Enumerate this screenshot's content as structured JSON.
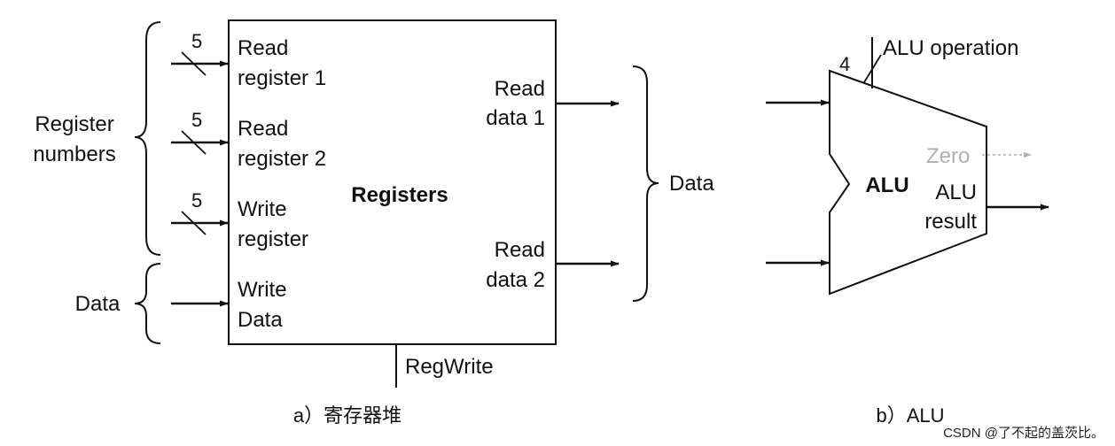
{
  "register_file": {
    "label": "Registers",
    "left_group_label": "Register numbers",
    "left_group_label_lines": [
      "Register",
      "numbers"
    ],
    "data_group_label": "Data",
    "right_group_label": "Data",
    "inputs": [
      {
        "lines": [
          "Read",
          "register 1"
        ],
        "bits": "5"
      },
      {
        "lines": [
          "Read",
          "register 2"
        ],
        "bits": "5"
      },
      {
        "lines": [
          "Write",
          "register"
        ],
        "bits": "5"
      },
      {
        "lines": [
          "Write",
          "Data"
        ],
        "bits": ""
      }
    ],
    "outputs": [
      {
        "lines": [
          "Read",
          "data 1"
        ]
      },
      {
        "lines": [
          "Read",
          "data 2"
        ]
      }
    ],
    "control": "RegWrite",
    "caption": "a）寄存器堆"
  },
  "alu": {
    "label": "ALU",
    "operation_label": "ALU operation",
    "operation_bits": "4",
    "zero_label": "Zero",
    "result_lines": [
      "ALU",
      "result"
    ],
    "caption": "b）ALU"
  },
  "watermark": "CSDN @了不起的盖茨比。",
  "colors": {
    "line": "#111111",
    "zero": "#b0b0b0"
  }
}
